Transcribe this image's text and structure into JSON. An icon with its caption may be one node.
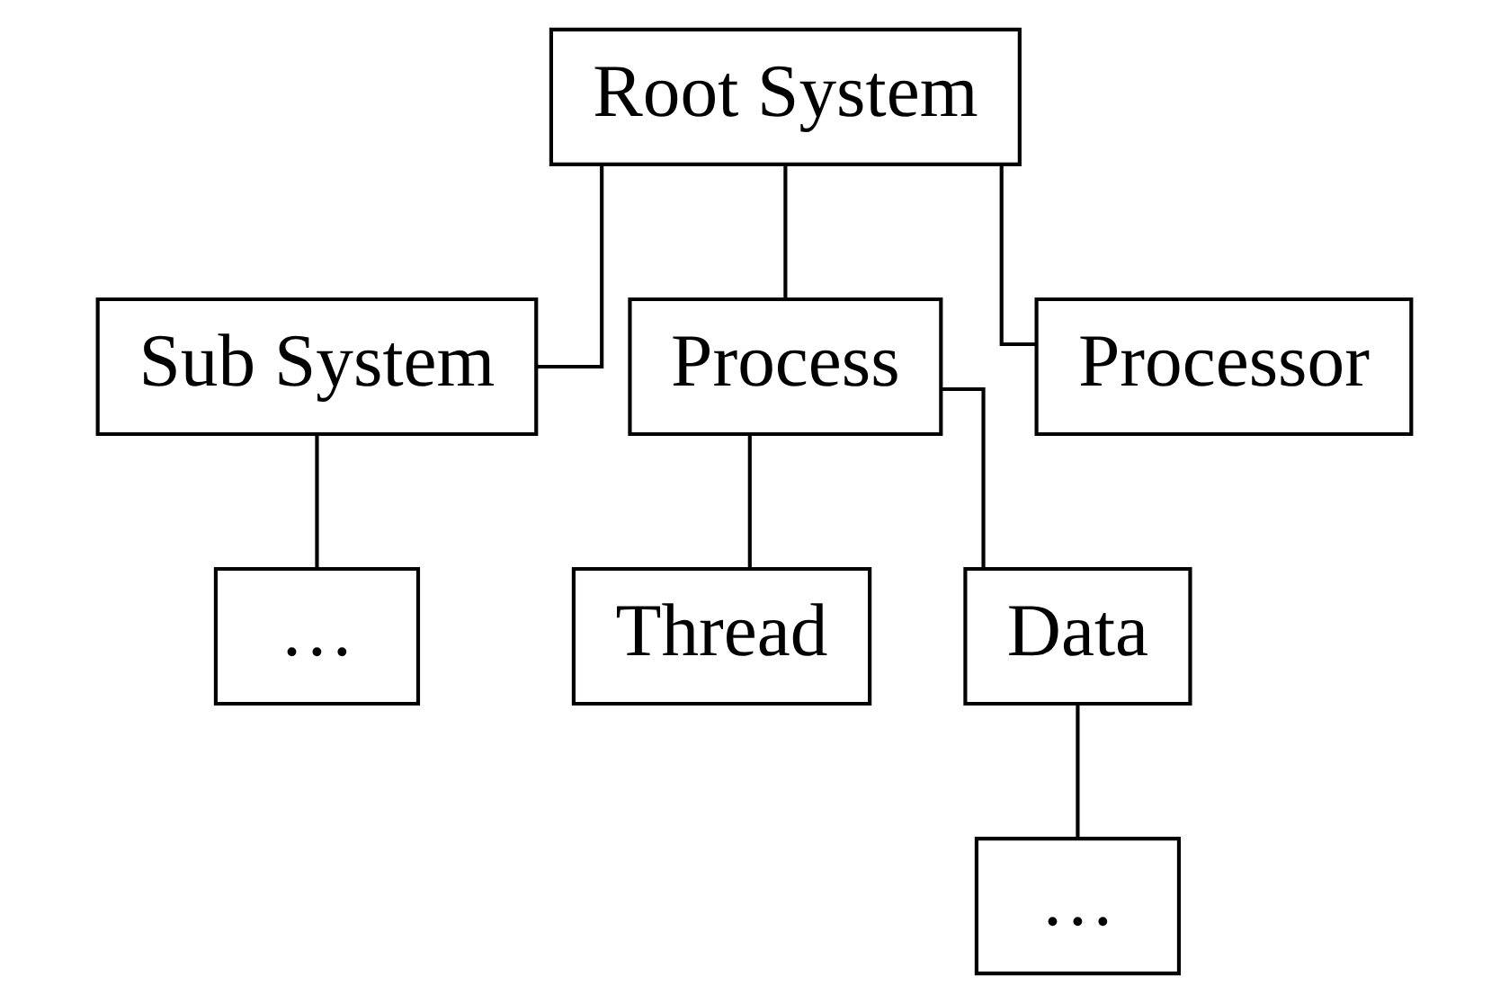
{
  "diagram": {
    "nodes": [
      {
        "text": [
          "Root System"
        ]
      },
      {
        "text": [
          "Sub System"
        ]
      },
      {
        "text": [
          "Process"
        ]
      },
      {
        "text": [
          "Processor"
        ]
      },
      {
        "text": [
          "…"
        ]
      },
      {
        "text": [
          "Thread"
        ]
      },
      {
        "text": [
          "Data"
        ]
      },
      {
        "text": [
          "…"
        ]
      }
    ],
    "edges": [
      {
        "from": 0,
        "to": 1,
        "arrow": "none"
      },
      {
        "from": 0,
        "to": 2,
        "arrow": "none"
      },
      {
        "from": 0,
        "to": 3,
        "arrow": "none"
      },
      {
        "from": 1,
        "to": 4,
        "arrow": "none"
      },
      {
        "from": 2,
        "to": 5,
        "arrow": "none"
      },
      {
        "from": 2,
        "to": 6,
        "arrow": "none"
      },
      {
        "from": 6,
        "to": 7,
        "arrow": "none"
      }
    ]
  }
}
